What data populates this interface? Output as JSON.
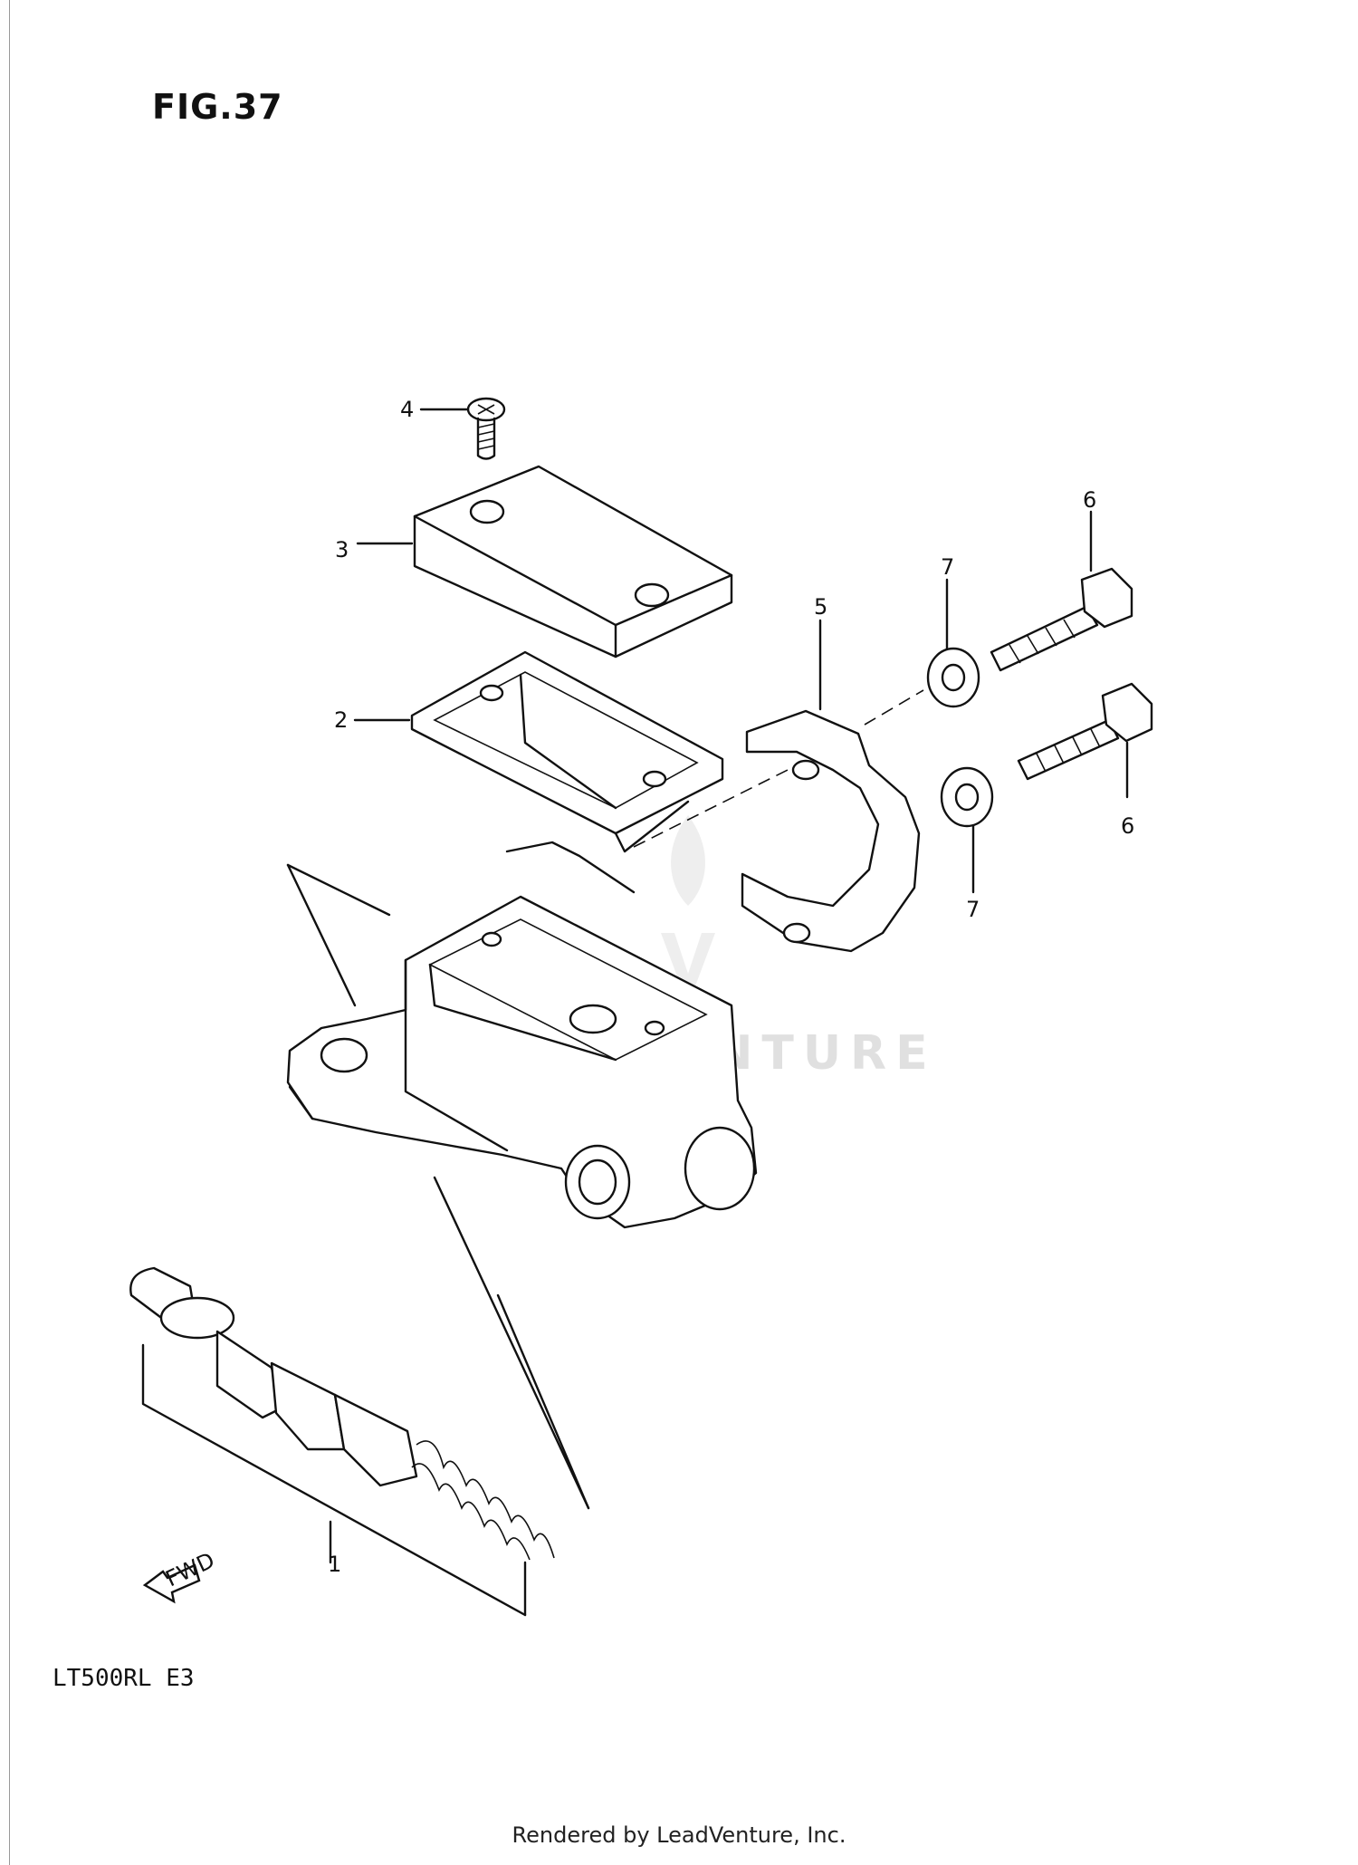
{
  "figure": {
    "title": "FIG.37",
    "model_code": "LT500RL  E3",
    "watermark": "LEADVENTURE",
    "credit": "Rendered by LeadVenture, Inc.",
    "fwd_label": "FWD"
  },
  "callouts": [
    {
      "id": "callout-1",
      "label": "1"
    },
    {
      "id": "callout-2",
      "label": "2"
    },
    {
      "id": "callout-3",
      "label": "3"
    },
    {
      "id": "callout-4",
      "label": "4"
    },
    {
      "id": "callout-5",
      "label": "5"
    },
    {
      "id": "callout-6a",
      "label": "6"
    },
    {
      "id": "callout-6b",
      "label": "6"
    },
    {
      "id": "callout-7a",
      "label": "7"
    },
    {
      "id": "callout-7b",
      "label": "7"
    }
  ]
}
